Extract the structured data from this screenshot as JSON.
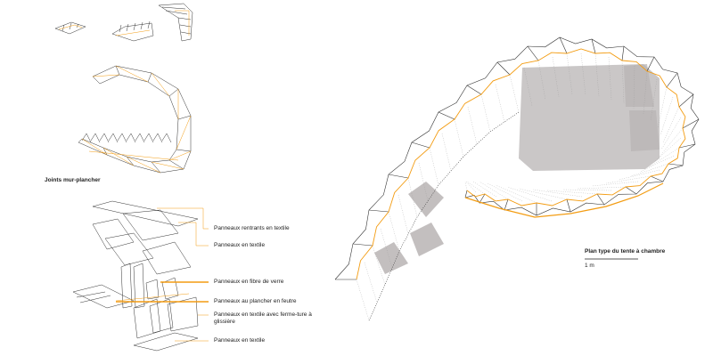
{
  "left": {
    "joints_caption": "Joints mur-plancher",
    "labels": [
      "Panneaux rentrants en textile",
      "Panneaux en textile",
      "Panneaux en fibre de verre",
      "Panneaux au plancher en feutre",
      "Panneaux en textile avec ferme-ture à glissière",
      "Panneaux en textile"
    ]
  },
  "right": {
    "plan_title": "Plan type du tente à chambre",
    "scale_label": "1 m"
  },
  "colors": {
    "accent": "#f39c12",
    "line": "#333333",
    "fill": "#b8b4b4"
  }
}
